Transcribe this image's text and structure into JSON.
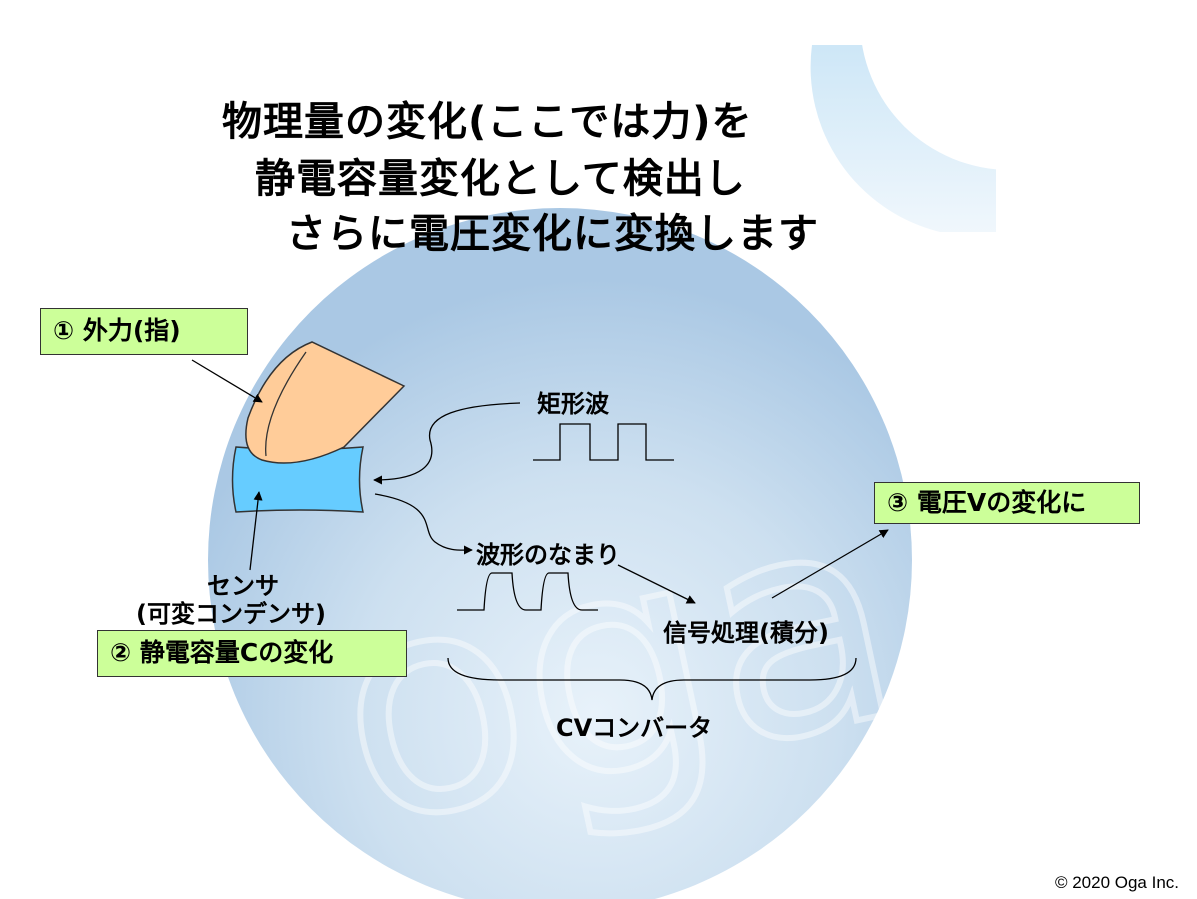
{
  "title": {
    "line1": "物理量の変化(ここでは力)を",
    "line2": "静電容量変化として検出し",
    "line3": "さらに電圧変化に変換します"
  },
  "boxes": {
    "external_force": "① 外力(指)",
    "capacitance_change": "② 静電容量Cの変化",
    "voltage_change": "③ 電圧Vの変化に"
  },
  "labels": {
    "rect_wave": "矩形波",
    "blunted_wave": "波形のなまり",
    "sensor": "センサ",
    "sensor_sub": "(可変コンデンサ)",
    "signal_processing": "信号処理(積分)",
    "cv_converter": "CVコンバータ"
  },
  "colors": {
    "finger": "#ffcc99",
    "sensor": "#66ccff",
    "box": "#ccff99"
  },
  "footer": "© 2020 Oga Inc."
}
